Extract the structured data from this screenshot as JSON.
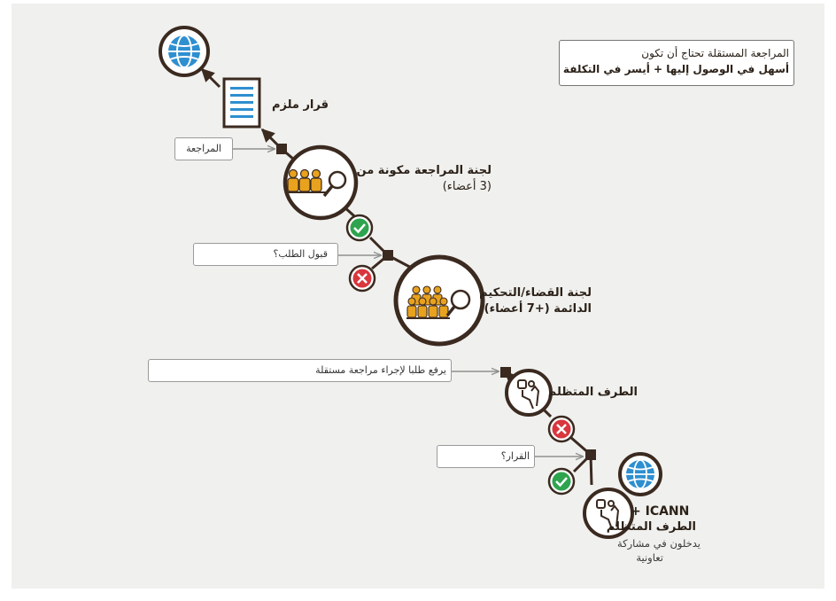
{
  "note": {
    "line1": "المراجعة المستقلة تحتاج أن تكون",
    "line2": "أسهل في الوصول إليها + أيسر في التكلفة"
  },
  "binding_decision": "قرار ملزم",
  "review": "المراجعة",
  "review_panel": {
    "line1": "لجنة المراجعة مكونة من",
    "line2": "(3 أعضاء)"
  },
  "accept_request": "قبول الطلب؟",
  "standing_panel": {
    "line1": "لجنة القضاء/التحكيم",
    "line2": "الدائمة (+7 أعضاء)"
  },
  "file_request": "يرفع طلبا لإجراء مراجعة مستقلة",
  "aggrieved_party": "الطرف المتظلم",
  "decision": "القرار؟",
  "start": {
    "line1": "+ ICANN",
    "line2": "الطرف المتظلم",
    "line3": "يدخلون في مشاركة",
    "line4": "تعاونية"
  },
  "colors": {
    "dark": "#3b2a20",
    "gold": "#e8a21e",
    "blue": "#2e8fd0",
    "green": "#2ea44f",
    "red": "#d9363e",
    "grey": "#8f8f8f"
  }
}
